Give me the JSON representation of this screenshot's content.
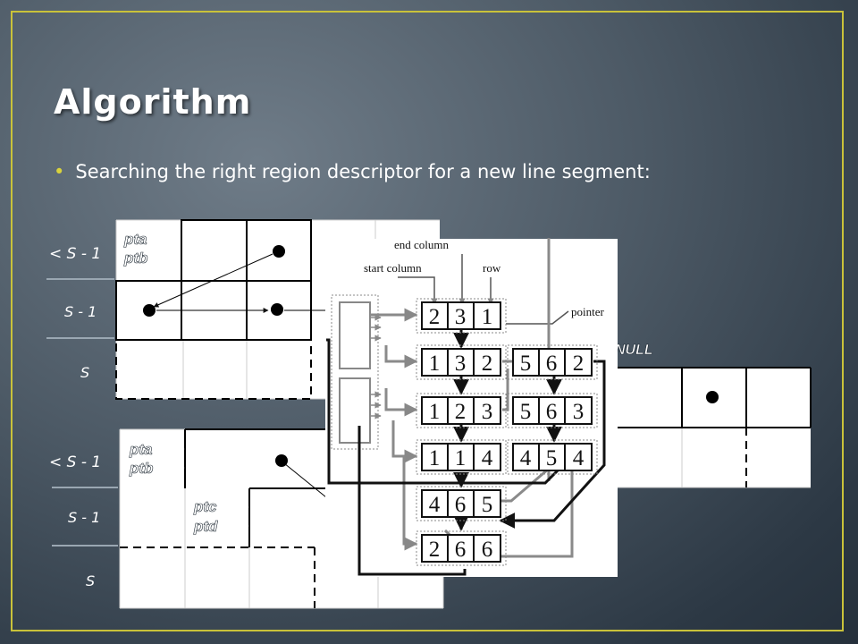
{
  "slide": {
    "title": "Algorithm",
    "bullet": "Searching the right region descriptor for a new line segment:"
  },
  "grid_top": {
    "row_labels": [
      "< S - 1",
      "S - 1",
      "S"
    ],
    "pointers": [
      "pta",
      "ptb"
    ]
  },
  "grid_bottom": {
    "row_labels": [
      "< S - 1",
      "S - 1",
      "S"
    ],
    "pointers_a": [
      "pta",
      "ptb"
    ],
    "pointers_b": [
      "ptc",
      "ptd"
    ]
  },
  "null_label": "NULL",
  "inset": {
    "labels": {
      "end_column": "end column",
      "start_column": "start column",
      "row": "row",
      "pointer": "pointer"
    },
    "records": [
      [
        "2",
        "3",
        "1"
      ],
      [
        "1",
        "3",
        "2"
      ],
      [
        "5",
        "6",
        "2"
      ],
      [
        "1",
        "2",
        "3"
      ],
      [
        "5",
        "6",
        "3"
      ],
      [
        "1",
        "1",
        "4"
      ],
      [
        "4",
        "5",
        "4"
      ],
      [
        "4",
        "6",
        "5"
      ],
      [
        "2",
        "6",
        "6"
      ]
    ]
  },
  "colors": {
    "frame": "#c9c23a",
    "bullet": "#d9d23c",
    "background": "#4d5a66"
  }
}
